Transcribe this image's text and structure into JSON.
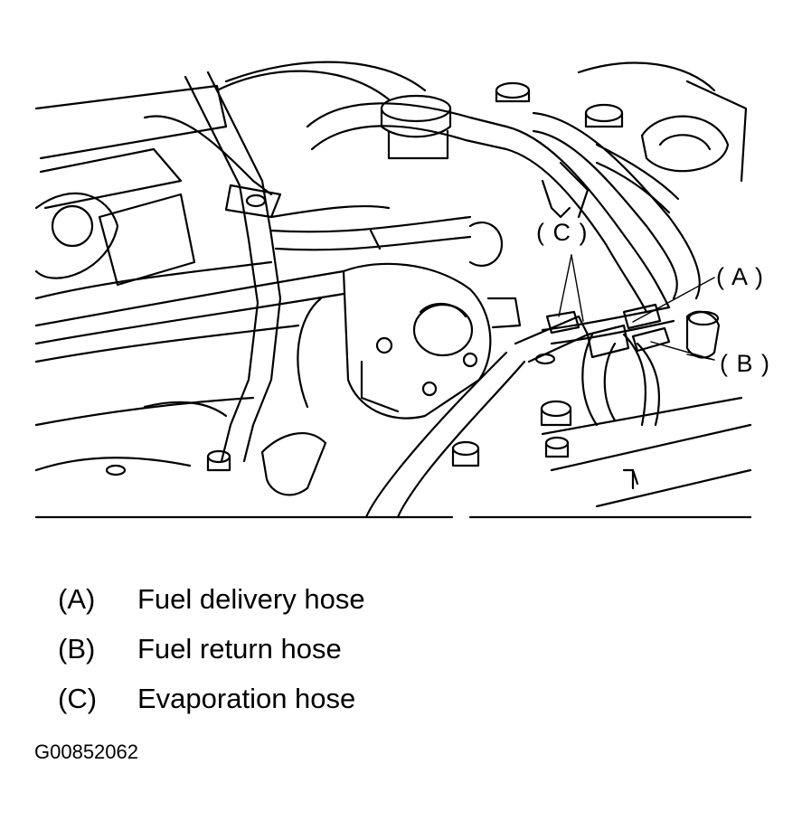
{
  "callouts": {
    "a": "( A )",
    "b": "( B )",
    "c": "( C )"
  },
  "legend": [
    {
      "key": "(A)",
      "text": "Fuel delivery hose"
    },
    {
      "key": "(B)",
      "text": "Fuel return hose"
    },
    {
      "key": "(C)",
      "text": "Evaporation hose"
    }
  ],
  "figure_id": "G00852062",
  "colors": {
    "line": "#000000",
    "background": "#ffffff"
  }
}
